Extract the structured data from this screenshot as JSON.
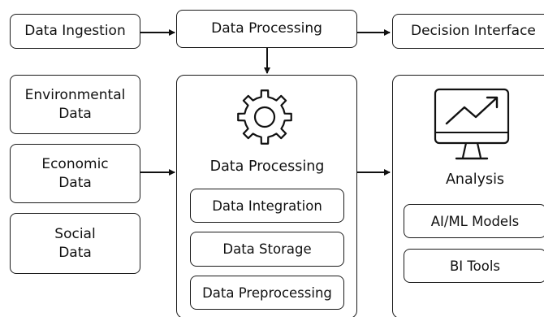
{
  "top_row": {
    "ingestion": "Data Ingestion",
    "processing": "Data Processing",
    "decision": "Decision Interface"
  },
  "sources": [
    {
      "line1": "Environmental",
      "line2": "Data"
    },
    {
      "line1": "Economic",
      "line2": "Data"
    },
    {
      "line1": "Social",
      "line2": "Data"
    }
  ],
  "processing_panel": {
    "icon": "gear-icon",
    "title": "Data Processing",
    "steps": [
      "Data Integration",
      "Data Storage",
      "Data Preprocessing"
    ]
  },
  "decision_panel": {
    "icon": "monitor-trend-icon",
    "title": "Analysis",
    "tools": [
      "AI/ML Models",
      "BI Tools"
    ]
  }
}
